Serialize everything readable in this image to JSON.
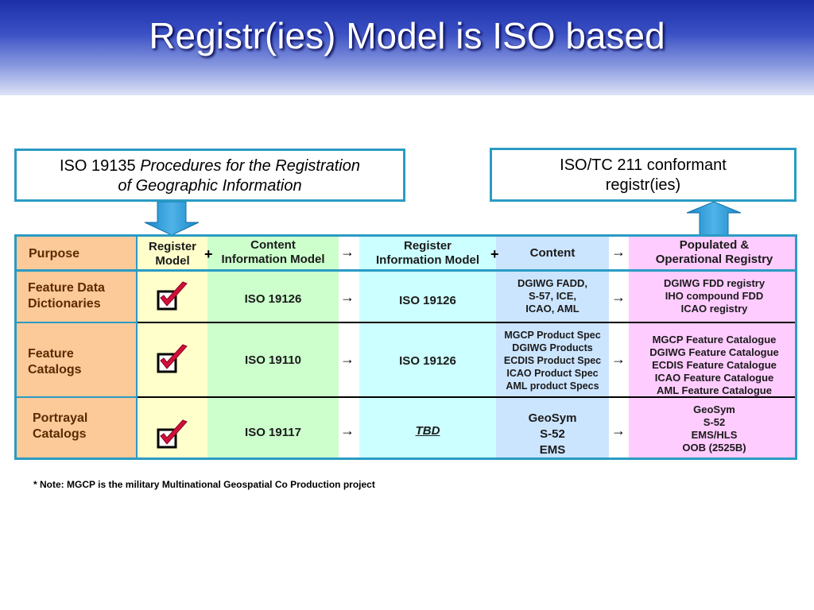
{
  "title": "Registr(ies) Model is ISO based",
  "iso19135": {
    "prefix": "ISO 19135 ",
    "italic_line1": "Procedures for the Registration",
    "italic_line2": "of Geographic Information"
  },
  "conformant": {
    "line1": "ISO/TC 211 conformant",
    "line2": "registr(ies)"
  },
  "headers": {
    "purpose": "Purpose",
    "register_model_1": "Register",
    "register_model_2": "Model",
    "plus": "+",
    "content_info_1": "Content",
    "content_info_2": "Information Model",
    "arrow": "→",
    "register_info_1": "Register",
    "register_info_2": "Information Model",
    "content": "Content",
    "populated_1": "Populated &",
    "populated_2": "Operational Registry"
  },
  "rows": [
    {
      "purpose_1": "Feature Data",
      "purpose_2": "Dictionaries",
      "content_info": "ISO 19126",
      "register_info": "ISO 19126",
      "content": [
        "DGIWG FADD,",
        "S-57, ICE,",
        "ICAO, AML"
      ],
      "registry": [
        "DGIWG FDD  registry",
        "IHO compound FDD",
        "ICAO registry"
      ]
    },
    {
      "purpose_1": "Feature",
      "purpose_2": "Catalogs",
      "content_info": "ISO 19110",
      "register_info": "ISO 19126",
      "content": [
        "MGCP Product Spec",
        "DGIWG Products",
        "ECDIS Product Spec",
        "ICAO Product Spec",
        "AML product Specs"
      ],
      "registry": [
        "MGCP Feature Catalogue",
        "DGIWG Feature Catalogue",
        "ECDIS Feature Catalogue",
        "ICAO Feature Catalogue",
        "AML Feature Catalogue"
      ]
    },
    {
      "purpose_1": "Portrayal",
      "purpose_2": "Catalogs",
      "content_info": "ISO 19117",
      "register_info": "TBD",
      "content": [
        "GeoSym",
        "S-52",
        "EMS"
      ],
      "registry": [
        "GeoSym",
        "S-52",
        "EMS/HLS",
        "OOB (2525B)"
      ]
    }
  ],
  "note": "* Note: MGCP is the military Multinational Geospatial Co Production project",
  "colors": {
    "border": "#2a9bc4",
    "purpose_col": "#fcc999",
    "register_model_col": "#ffffcc",
    "content_info_col": "#ccffcc",
    "register_info_col": "#ccffff",
    "content_col": "#cce5ff",
    "registry_col": "#ffccff"
  },
  "icons": [
    "down-arrow-icon",
    "up-arrow-icon",
    "checkbox-checked-icon",
    "right-arrow-icon"
  ]
}
